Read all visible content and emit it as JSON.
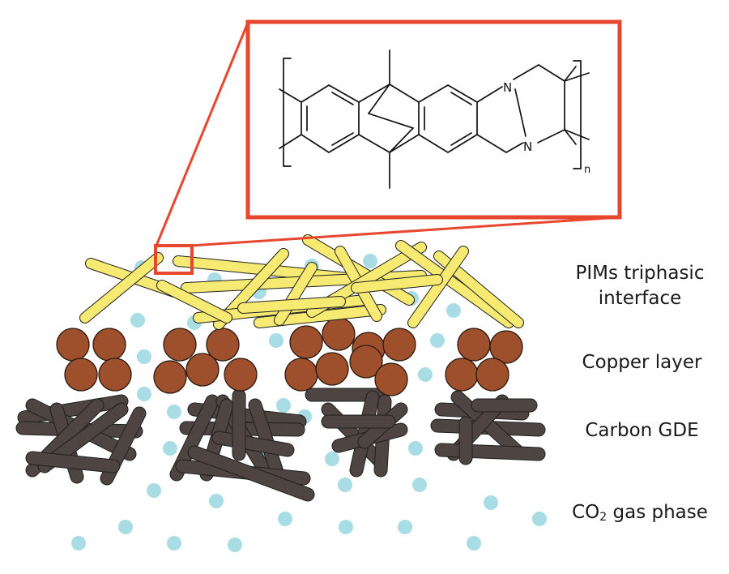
{
  "labels": {
    "pims": [
      "PIMs triphasic",
      "interface"
    ],
    "copper": "Copper layer",
    "carbon": "Carbon GDE",
    "co2_main": "CO",
    "co2_sub": "2",
    "co2_rest": " gas phase"
  },
  "structure": {
    "atom_n1": "N",
    "atom_n2": "N",
    "repeat": "n"
  },
  "colors": {
    "pims_rod": "#f6ea72",
    "copper": "#9e4f2b",
    "carbon": "#4e4441",
    "gas": "#a9dde5",
    "highlight": "#e8472f"
  }
}
